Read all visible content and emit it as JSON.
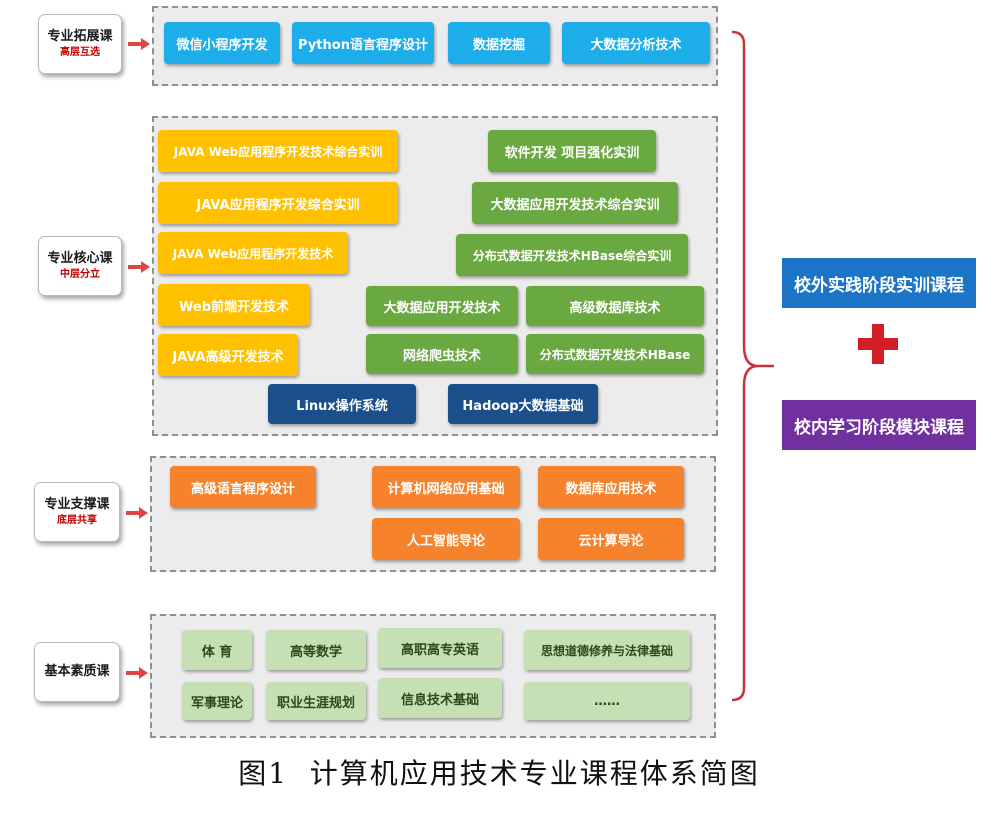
{
  "colors": {
    "ext": "#1cadea",
    "core_java": "#ffc000",
    "core_data": "#6aa842",
    "core_base": "#1a4f8c",
    "support": "#f6822c",
    "basic": "#c5e0b4",
    "accent_red": "#c00000",
    "outside": "#1b74c6",
    "inside": "#7030a0"
  },
  "categories": [
    {
      "title": "专业拓展课",
      "sub": "高层互选"
    },
    {
      "title": "专业核心课",
      "sub": "中层分立"
    },
    {
      "title": "专业支撑课",
      "sub": "底层共享"
    },
    {
      "title": "基本素质课",
      "sub": ""
    }
  ],
  "extension": [
    "微信小程序开发",
    "Python语言程序设计",
    "数据挖掘",
    "大数据分析技术"
  ],
  "core": {
    "java": [
      "JAVA Web应用程序开发技术综合实训",
      "JAVA应用程序开发综合实训",
      "JAVA Web应用程序开发技术",
      "Web前端开发技术",
      "JAVA高级开发技术"
    ],
    "data": [
      "软件开发 项目强化实训",
      "大数据应用开发技术综合实训",
      "分布式数据开发技术HBase综合实训",
      "大数据应用开发技术",
      "高级数据库技术",
      "网络爬虫技术",
      "分布式数据开发技术HBase"
    ],
    "base": [
      "Linux操作系统",
      "Hadoop大数据基础"
    ]
  },
  "support": [
    "高级语言程序设计",
    "计算机网络应用基础",
    "数据库应用技术",
    "人工智能导论",
    "云计算导论"
  ],
  "basic": [
    "体 育",
    "高等数学",
    "高职高专英语",
    "思想道德修养与法律基础",
    "军事理论",
    "职业生涯规划",
    "信息技术基础",
    "……"
  ],
  "right": {
    "outside": "校外实践阶段实训课程",
    "plus": "+",
    "inside": "校内学习阶段模块课程"
  },
  "caption": "图1  计算机应用技术专业课程体系简图"
}
